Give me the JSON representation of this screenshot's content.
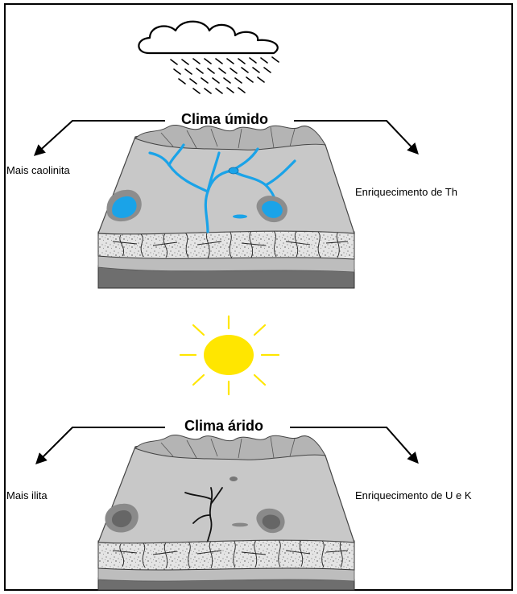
{
  "humid": {
    "title": "Clima úmido",
    "left_label": "Mais caolinita",
    "right_label": "Enriquecimento de Th"
  },
  "arid": {
    "title": "Clima árido",
    "left_label": "Mais ilita",
    "right_label": "Enriquecimento de U e K"
  },
  "colors": {
    "frame": "#000000",
    "terrain_top": "#c8c8c8",
    "terrain_side": "#a9a9a9",
    "regolith": "#d9d9d9",
    "bedrock_band": "#6e6e6e",
    "water": "#1aa3e8",
    "sun": "#ffe600",
    "text": "#000000"
  }
}
